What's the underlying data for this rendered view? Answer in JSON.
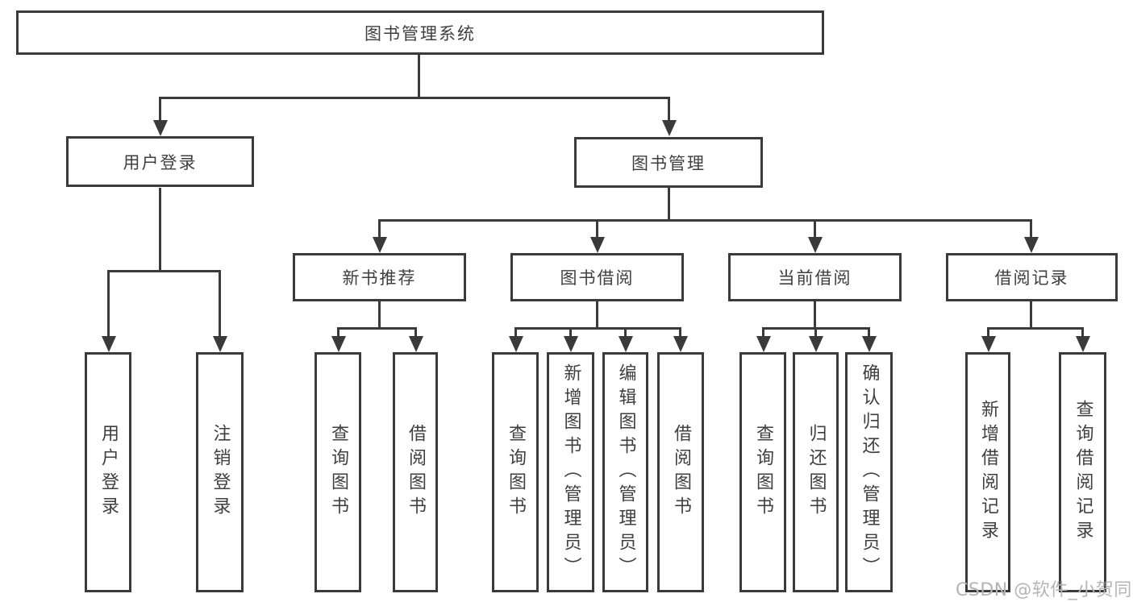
{
  "nodes": {
    "root": "图书管理系统",
    "user_login": {
      "label": "用户登录",
      "children": [
        "用户登录",
        "注销登录"
      ]
    },
    "book_mgmt": {
      "label": "图书管理",
      "children": {
        "new_book": {
          "label": "新书推荐",
          "children": [
            "查询图书",
            "借阅图书"
          ]
        },
        "book_borrow": {
          "label": "图书借阅",
          "children": [
            "查询图书",
            "新增图书（管理员）",
            "编辑图书（管理员）",
            "借阅图书"
          ]
        },
        "current_borrow": {
          "label": "当前借阅",
          "children": [
            "查询图书",
            "归还图书",
            "确认归还（管理员）"
          ]
        },
        "records": {
          "label": "借阅记录",
          "children": [
            "新增借阅记录",
            "查询借阅记录"
          ]
        }
      }
    }
  },
  "watermark": {
    "text": "CSDN @软件_小贺同学"
  },
  "colors": {
    "line": "#3a3a3a",
    "text": "#3f3f3f",
    "box_background": "#ffffff",
    "page_background": "#ffffff",
    "watermark": "#b5b5b5"
  }
}
